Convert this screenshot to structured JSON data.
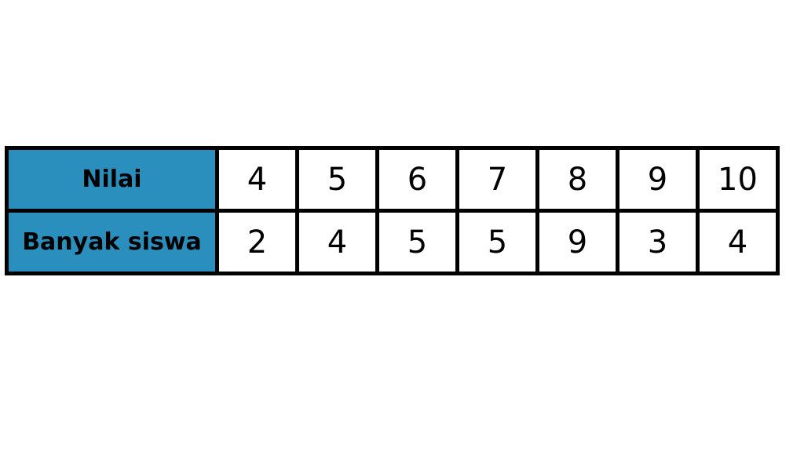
{
  "colors": {
    "header_fill": "#2b8fbd",
    "border": "#000000",
    "text": "#000000",
    "cell_fill": "#ffffff"
  },
  "chart_data": {
    "type": "table",
    "row_headers": [
      "Nilai",
      "Banyak siswa"
    ],
    "x": [
      4,
      5,
      6,
      7,
      8,
      9,
      10
    ],
    "values": [
      2,
      4,
      5,
      5,
      9,
      3,
      4
    ]
  }
}
